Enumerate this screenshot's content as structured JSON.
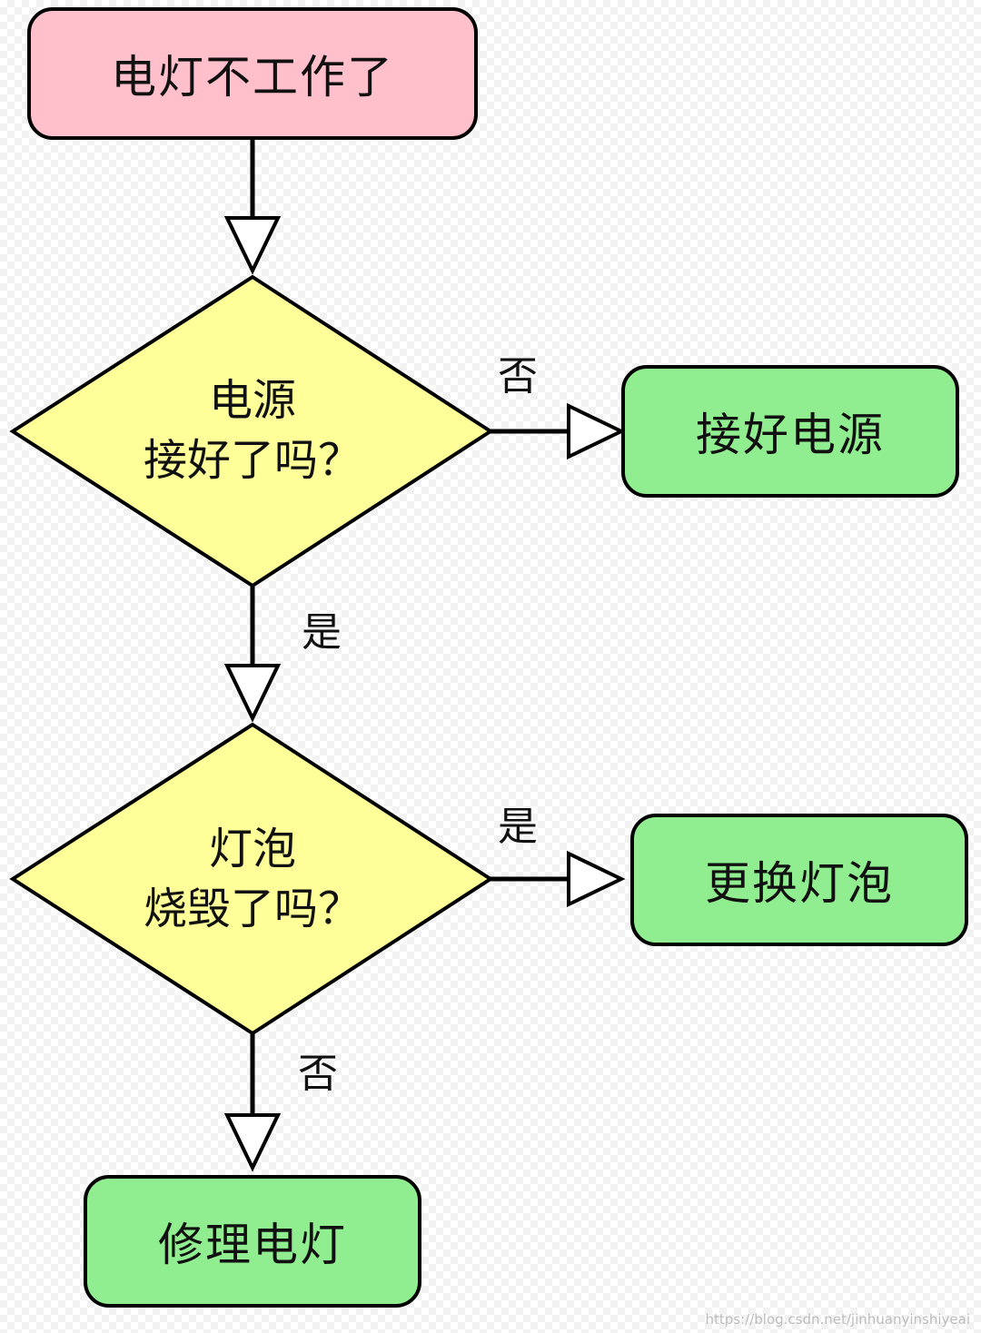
{
  "nodes": {
    "start": {
      "label": "电灯不工作了",
      "fill": "#ffc0cb"
    },
    "decision_power": {
      "line1": "电源",
      "line2": "接好了吗？",
      "fill": "#ffff99"
    },
    "action_power": {
      "label": "接好电源",
      "fill": "#90ee90"
    },
    "decision_bulb": {
      "line1": "灯泡",
      "line2": "烧毁了吗？",
      "fill": "#ffff99"
    },
    "action_bulb": {
      "label": "更换灯泡",
      "fill": "#90ee90"
    },
    "action_repair": {
      "label": "修理电灯",
      "fill": "#90ee90"
    }
  },
  "edges": {
    "power_no": "否",
    "power_yes": "是",
    "bulb_yes": "是",
    "bulb_no": "否"
  },
  "watermark": "https://blog.csdn.net/jinhuanyinshiyeai"
}
